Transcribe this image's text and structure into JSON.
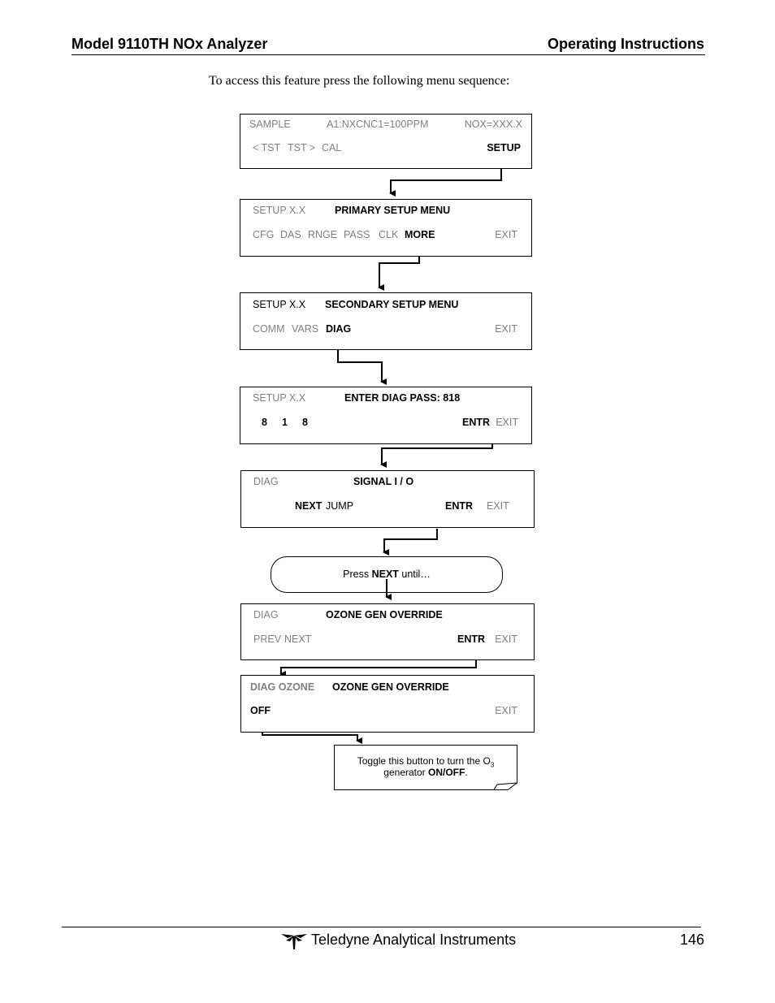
{
  "header": {
    "left": "Model 9110TH NOx Analyzer",
    "right": "Operating Instructions"
  },
  "intro": "To access this feature press the following menu sequence:",
  "screens": [
    {
      "r1": [
        "SAMPLE",
        "A1:NXCNC1=100PPM",
        "NOX=XXX.X"
      ],
      "r2": [
        "< TST",
        "TST >",
        "CAL",
        "SETUP"
      ]
    },
    {
      "r1": [
        "SETUP X.X",
        "PRIMARY SETUP MENU"
      ],
      "r2": [
        "CFG",
        "DAS",
        "RNGE",
        "PASS",
        "CLK",
        "MORE",
        "EXIT"
      ]
    },
    {
      "r1": [
        "SETUP X.X",
        "SECONDARY SETUP MENU"
      ],
      "r2": [
        "COMM",
        "VARS",
        "DIAG",
        "EXIT"
      ]
    },
    {
      "r1": [
        "SETUP X.X",
        "ENTER DIAG PASS: 818"
      ],
      "r2": [
        "8",
        "1",
        "8",
        "ENTR",
        "EXIT"
      ]
    },
    {
      "r1": [
        "DIAG",
        "SIGNAL I / O"
      ],
      "r2": [
        "NEXT",
        "JUMP",
        "ENTR",
        "EXIT"
      ]
    },
    {
      "r1": [
        "DIAG",
        "OZONE GEN OVERRIDE"
      ],
      "r2": [
        "PREV",
        "NEXT",
        "ENTR",
        "EXIT"
      ]
    },
    {
      "r1": [
        "DIAG OZONE",
        "OZONE GEN OVERRIDE"
      ],
      "r2": [
        "OFF",
        "EXIT"
      ]
    }
  ],
  "press_next": {
    "pre": "Press",
    "key": "NEXT",
    "post": "until…"
  },
  "note": {
    "line1": "Toggle this button to turn the O",
    "sub": "3",
    "line2_pre": "generator",
    "line2_key": "ON/OFF",
    "line2_post": "."
  },
  "footer": {
    "company": "Teledyne Analytical Instruments",
    "page": "146",
    "logo_icon": "teledyne-logo-icon"
  }
}
